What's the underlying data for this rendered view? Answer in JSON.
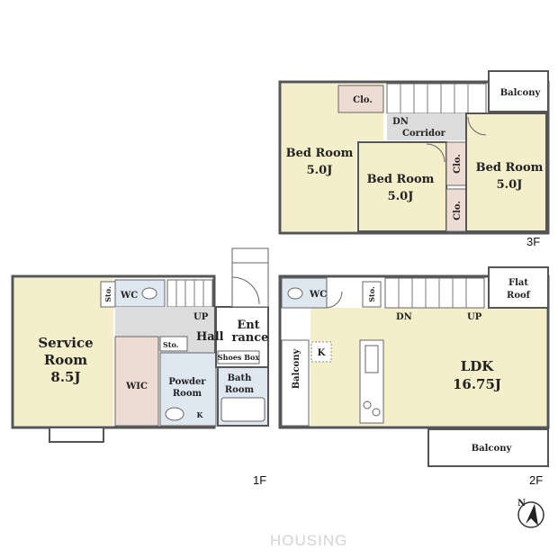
{
  "colors": {
    "bedroom": "#f4eecb",
    "wetarea": "#dfe7f1",
    "hall": "#dcdcdc",
    "closet": "#ecdcd4",
    "wall": "#555555",
    "white": "#ffffff"
  },
  "floor3": {
    "label": "3F",
    "rooms": {
      "bedroom_left": [
        "Bed Room",
        "5.0J"
      ],
      "bedroom_center": [
        "Bed Room",
        "5.0J"
      ],
      "bedroom_right": [
        "Bed Room",
        "5.0J"
      ],
      "closet_top": "Clo.",
      "closet_right_a": "Clo.",
      "closet_right_b": "Clo.",
      "corridor_dn": "DN",
      "corridor": "Corridor",
      "balcony": "Balcony"
    }
  },
  "floor2": {
    "label": "2F",
    "rooms": {
      "ldk": [
        "LDK",
        "16.75J"
      ],
      "wc": "WC",
      "storage": "Sto.",
      "dn": "DN",
      "up": "UP",
      "flat_roof": [
        "Flat",
        "Roof"
      ],
      "balcony_side": "Balcony",
      "balcony_bottom": "Balcony",
      "kitchen_k": "K"
    }
  },
  "floor1": {
    "label": "1F",
    "rooms": {
      "service": [
        "Service",
        "Room",
        "8.5J"
      ],
      "wc": "WC",
      "storage_a": "Sto.",
      "storage_b": "Sto.",
      "up": "UP",
      "hall": "Hall",
      "entrance": [
        "Ent",
        "rance"
      ],
      "shoes_box": "Shoes Box",
      "wic": "WIC",
      "powder": [
        "Powder",
        "Room"
      ],
      "bath": [
        "Bath",
        "Room"
      ],
      "k": "K"
    }
  },
  "compass": "N",
  "watermark": "HOUSING"
}
